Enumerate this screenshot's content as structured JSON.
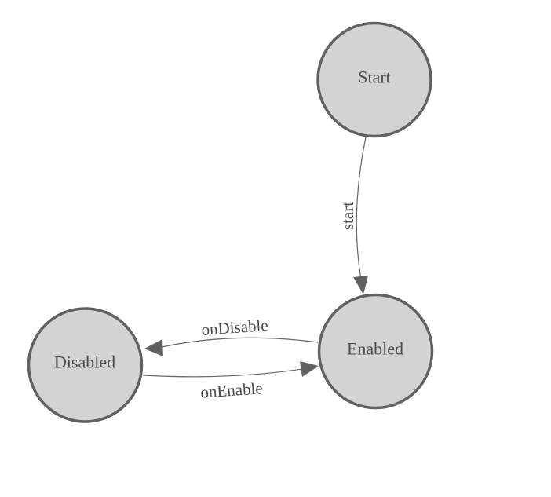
{
  "diagram": {
    "type": "state-machine",
    "nodes": [
      {
        "id": "start",
        "label": "Start"
      },
      {
        "id": "enabled",
        "label": "Enabled"
      },
      {
        "id": "disabled",
        "label": "Disabled"
      }
    ],
    "edges": [
      {
        "from": "Start",
        "to": "Enabled",
        "label": "start"
      },
      {
        "from": "Enabled",
        "to": "Disabled",
        "label": "onDisable"
      },
      {
        "from": "Disabled",
        "to": "Enabled",
        "label": "onEnable"
      }
    ],
    "colors": {
      "background": "#ffffff",
      "node_fill": "#d3d3d3",
      "node_border": "#616161",
      "edge_line": "#666666",
      "arrowhead": "#616161",
      "label_text": "#4a4a4a"
    }
  }
}
